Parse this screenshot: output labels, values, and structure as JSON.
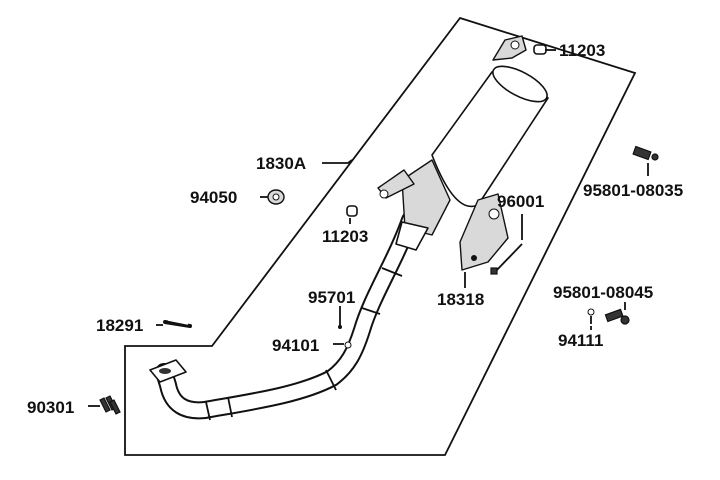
{
  "diagram": {
    "labels": {
      "muffler": "1830A",
      "bolt_top": "11203",
      "nut": "94050",
      "bolt_mid": "11203",
      "bracket": "18318",
      "stud": "96001",
      "bolt_right_top": "95801-08035",
      "bolt_right_bottom": "95801-08045",
      "washer_right": "94111",
      "pin": "95701",
      "clip": "94101",
      "gasket": "18291",
      "bolt_flange": "90301"
    }
  }
}
